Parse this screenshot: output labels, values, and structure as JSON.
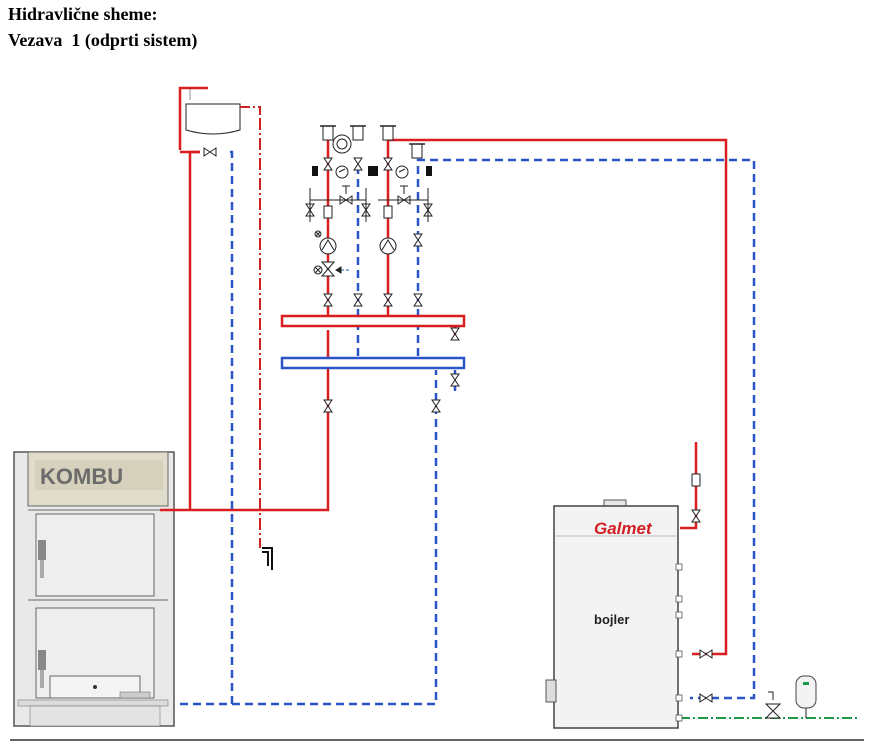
{
  "header": {
    "title": "Hidravlične sheme:",
    "subtitle": "Vezava  1 (odprti sistem)"
  },
  "boiler": {
    "brand": "KOMBU"
  },
  "water_heater": {
    "brand": "Galmet",
    "label": "bojler"
  },
  "colors": {
    "supply": "#d81e1e",
    "return": "#2a55c8",
    "safety": "#cc2222",
    "cold_water": "#1d9a48",
    "galmet_red": "#d21f26",
    "boiler_panel": "#e9e9e9"
  }
}
